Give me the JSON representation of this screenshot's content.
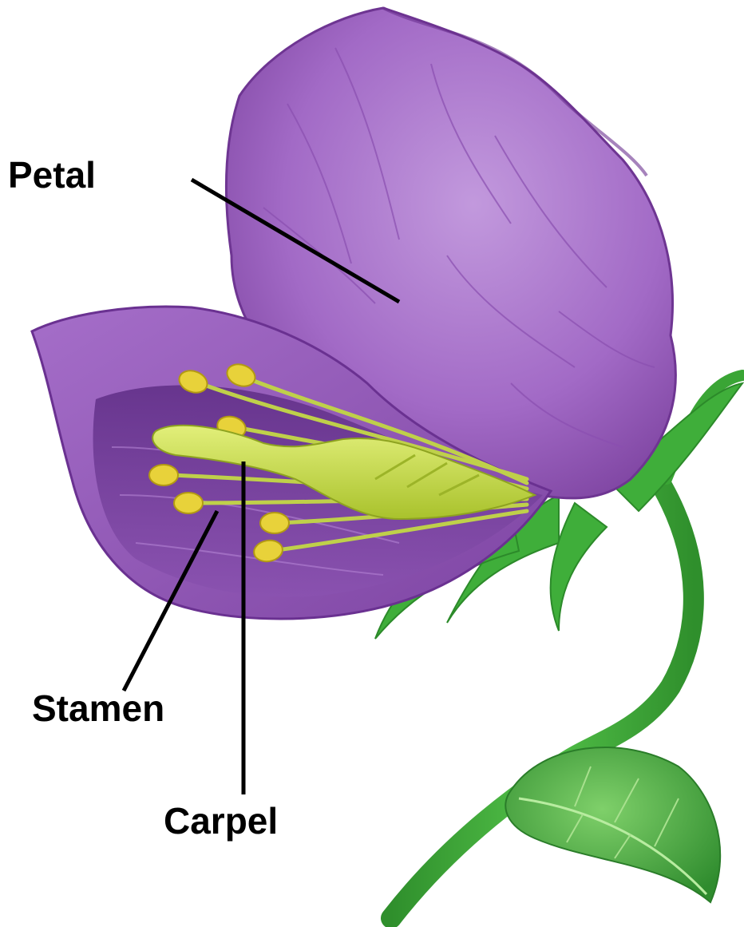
{
  "diagram": {
    "labels": {
      "petal": "Petal",
      "stamen": "Stamen",
      "carpel": "Carpel"
    },
    "colors": {
      "petal": "#9b5fc0",
      "petal_dark": "#7a3d9e",
      "petal_light": "#b98bd6",
      "stamen": "#c9d64a",
      "anther": "#e8d23a",
      "carpel": "#c4dc3a",
      "stem": "#3fae3a",
      "leaf": "#4aa83c",
      "leader_line": "#000000"
    }
  }
}
